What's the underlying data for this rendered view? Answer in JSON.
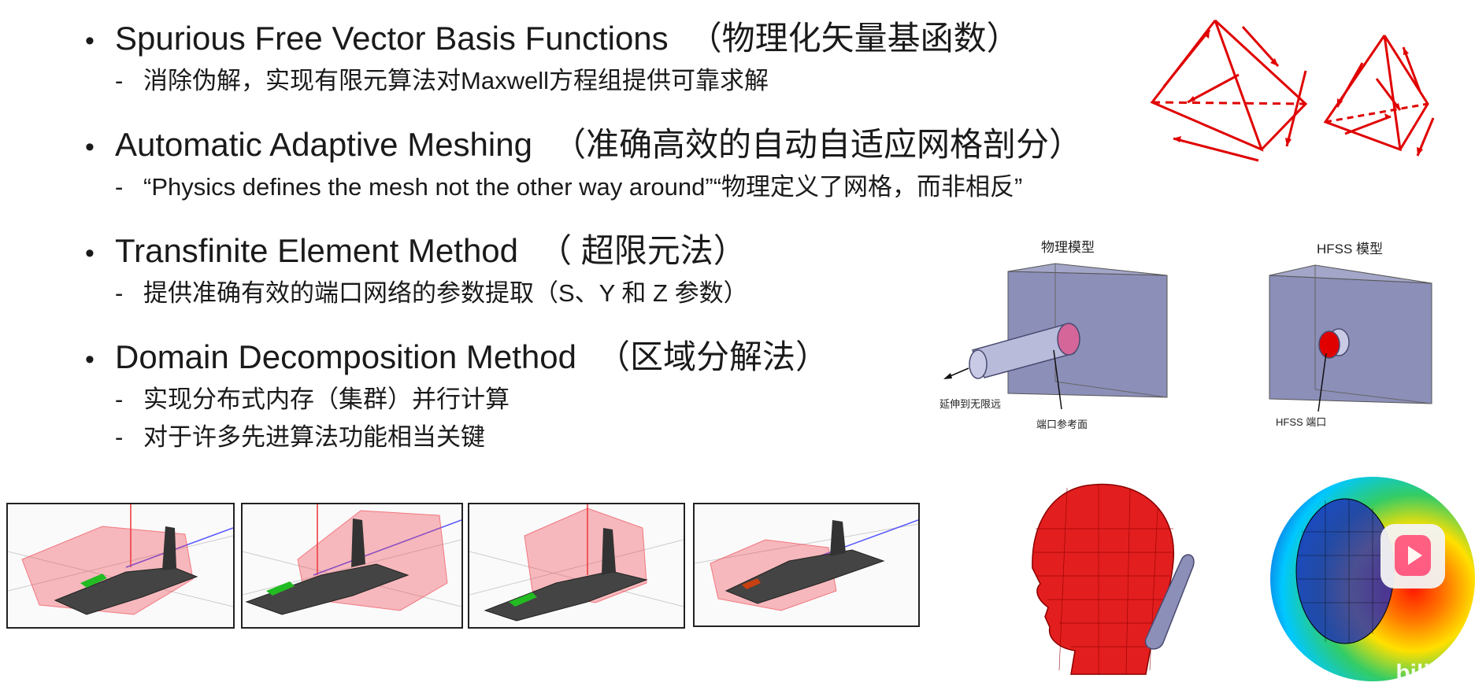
{
  "bullets": [
    {
      "en": "Spurious Free Vector Basis Functions",
      "cn": "（物理化矢量基函数）",
      "subs": [
        "消除伪解，实现有限元算法对Maxwell方程组提供可靠求解"
      ]
    },
    {
      "en": "Automatic Adaptive Meshing",
      "cn": "（准确高效的自动自适应网格剖分）",
      "subs": [
        "“Physics defines the mesh not the other way around”“物理定义了网格，而非相反”"
      ]
    },
    {
      "en": "Transfinite Element Method",
      "cn": "（ 超限元法）",
      "subs": [
        "提供准确有效的端口网络的参数提取（S、Y 和 Z 参数）"
      ]
    },
    {
      "en": "Domain Decomposition Method",
      "cn": "（区域分解法）",
      "subs": [
        "实现分布式内存（集群）并行计算",
        "对于许多先进算法功能相当关键"
      ]
    }
  ],
  "bullet_symbol": "•",
  "sub_symbol": "-",
  "port_figure": {
    "physical_label": "物理模型",
    "hfss_label": "HFSS 模型",
    "extend_note": "延伸到无限远",
    "ref_plane_note": "端口参考面",
    "hfss_port_note": "HFSS 端口"
  },
  "watermark": "bilibili",
  "colors": {
    "accent_red": "#e00000",
    "box_fill": "#8c8fb8",
    "mesh_red": "#ef3b48"
  }
}
